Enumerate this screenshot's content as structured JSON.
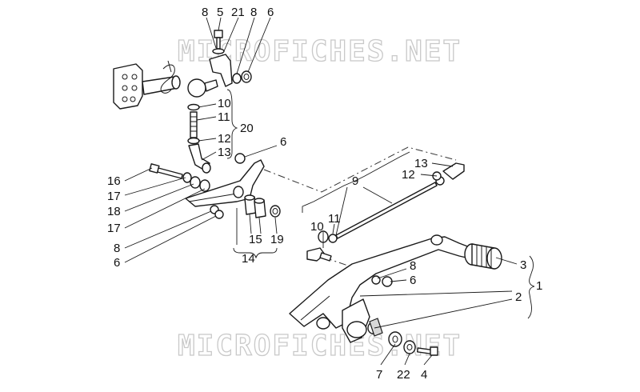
{
  "watermark_top": "MICROFICHES.NET",
  "watermark_bottom": "MICROFICHES.NET",
  "labels": {
    "l1": "1",
    "l2": "2",
    "l3": "3",
    "l4": "4",
    "l5": "5",
    "l6a": "6",
    "l6b": "6",
    "l6c": "6",
    "l6d": "6",
    "l7": "7",
    "l8a": "8",
    "l8b": "8",
    "l8c": "8",
    "l8d": "8",
    "l9": "9",
    "l10a": "10",
    "l10b": "10",
    "l11a": "11",
    "l11b": "11",
    "l12a": "12",
    "l12b": "12",
    "l13a": "13",
    "l13b": "13",
    "l14": "14",
    "l15": "15",
    "l16": "16",
    "l17a": "17",
    "l17b": "17",
    "l18": "18",
    "l19": "19",
    "l20": "20",
    "l21": "21",
    "l22": "22"
  }
}
